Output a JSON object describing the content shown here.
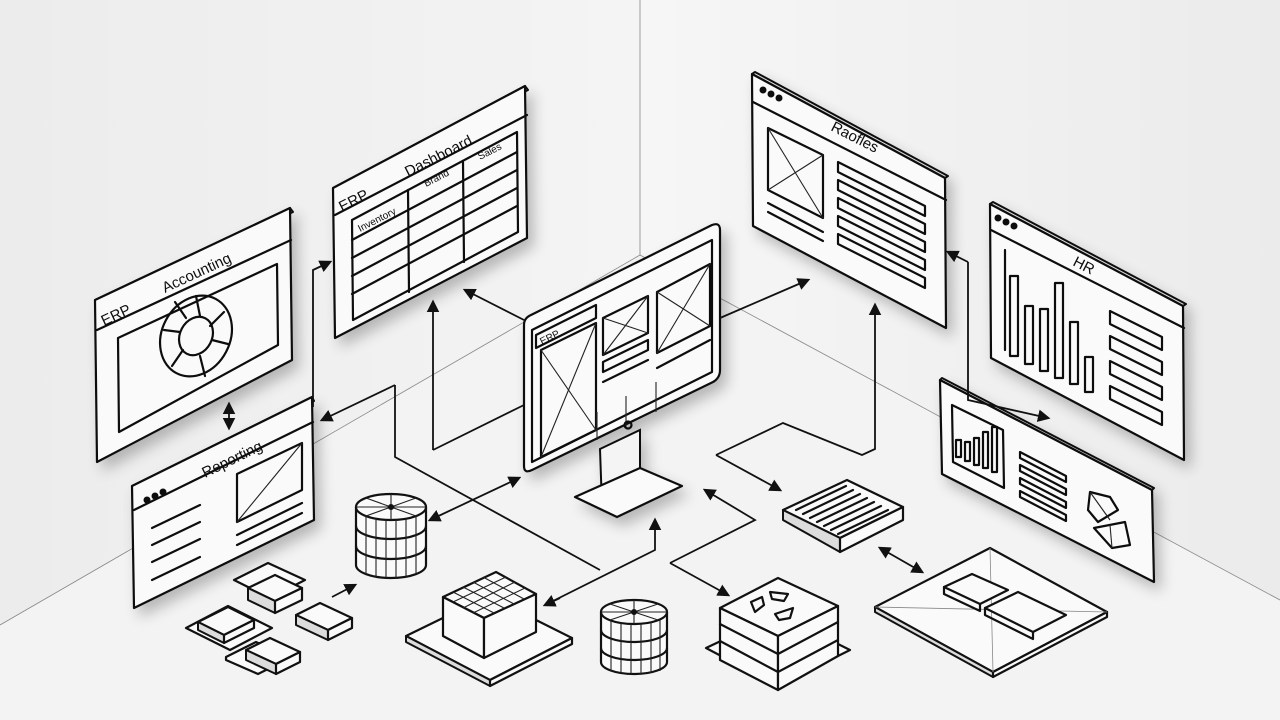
{
  "diagram": {
    "title": "ERP system architecture illustration",
    "background_color": "#f1f1f1",
    "line_color": "#111111",
    "central_monitor": {
      "label": "ERP"
    },
    "panels": [
      {
        "id": "accounting",
        "brand": "ERP",
        "title": "Accounting",
        "widget": "donut-chart"
      },
      {
        "id": "dashboard",
        "brand": "ERP",
        "title": "Dashboard",
        "columns": [
          "Inventory",
          "Brand",
          "Sales"
        ]
      },
      {
        "id": "reporting",
        "title": "Reporting",
        "widget": "image-and-list"
      },
      {
        "id": "profiles",
        "title": "Raofles",
        "widget": "image-and-form"
      },
      {
        "id": "hr",
        "title": "HR",
        "widget": "bar-chart-and-list"
      },
      {
        "id": "analytics",
        "title": "",
        "widget": "bars-list-shapes"
      }
    ],
    "components": [
      {
        "id": "database-1",
        "kind": "database-cylinder"
      },
      {
        "id": "database-2",
        "kind": "database-cylinder"
      },
      {
        "id": "modules-grid",
        "kind": "four-tile-module-grid"
      },
      {
        "id": "grid-cube",
        "kind": "cube-on-base"
      },
      {
        "id": "server-stack",
        "kind": "layered-stack"
      },
      {
        "id": "rack-panel",
        "kind": "vented-box"
      },
      {
        "id": "platform-tiles",
        "kind": "platform-with-tiles"
      }
    ]
  }
}
